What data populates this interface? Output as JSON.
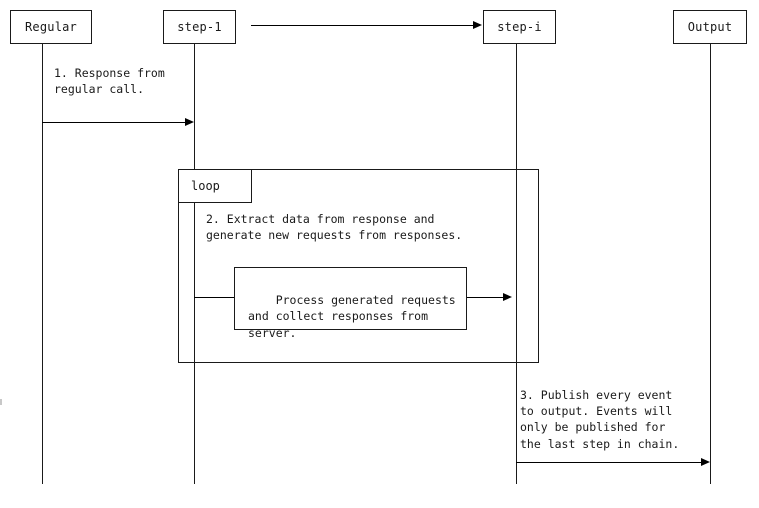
{
  "diagram": {
    "title": "Chained step processing sequence",
    "type": "uml-sequence-diagram",
    "colors": {
      "stroke": "#1a1a1a",
      "arrow": "#000000",
      "background": "#ffffff"
    }
  },
  "participants": [
    {
      "id": "regular",
      "label": "Regular"
    },
    {
      "id": "step-1",
      "label": "step-1"
    },
    {
      "id": "step-i",
      "label": "step-i"
    },
    {
      "id": "output",
      "label": "Output"
    }
  ],
  "messages": [
    {
      "id": "chain-continuation",
      "from": "step-1",
      "to": "step-i",
      "label": ""
    },
    {
      "id": "response-from-regular-call",
      "from": "regular",
      "to": "step-1",
      "label": "1. Response from\nregular call."
    },
    {
      "id": "publish-every-event",
      "from": "step-i",
      "to": "output",
      "label": "3. Publish every event\nto output. Events will\nonly be published for\nthe last step in chain."
    }
  ],
  "fragments": [
    {
      "id": "loop-fragment",
      "operator": "loop",
      "body_text": "2. Extract data from response and\ngenerate new requests from responses.",
      "inner_note": {
        "id": "process-generated-requests-note",
        "text": "Process generated requests\nand collect responses from\nserver.",
        "from": "step-1",
        "to": "step-i"
      }
    }
  ]
}
